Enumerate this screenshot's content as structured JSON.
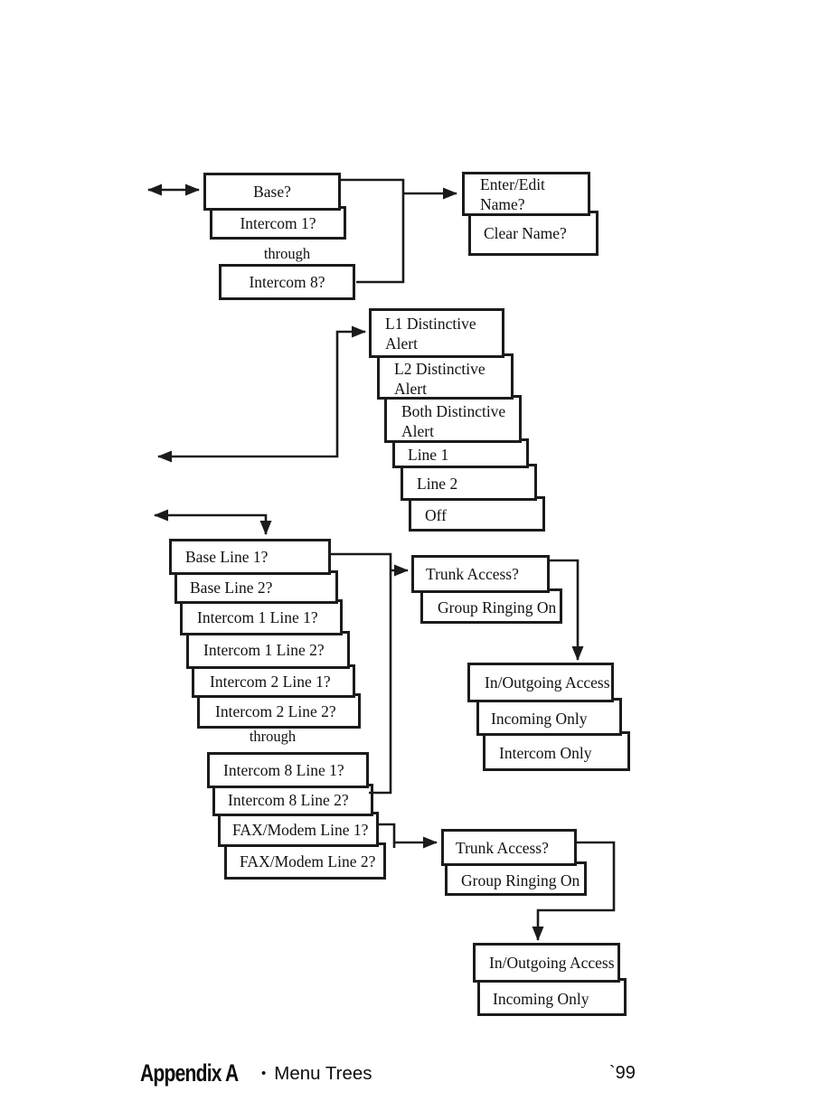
{
  "footer": {
    "appendix": "Appendix A",
    "bullet": "•",
    "section": "Menu Trees",
    "page_number": "`99"
  },
  "menu": {
    "extensions": {
      "base": "Base?",
      "intercom_1": "Intercom 1?",
      "through": "through",
      "intercom_8": "Intercom 8?"
    },
    "name_edit": {
      "enter_edit": [
        "Enter/Edit",
        "Name?"
      ],
      "clear_name": "Clear Name?"
    },
    "distinctive_alert": {
      "l1": [
        "L1 Distinctive",
        "Alert"
      ],
      "l2": [
        "L2 Distinctive",
        "Alert"
      ],
      "both": [
        "Both Distinctive",
        "Alert"
      ],
      "line_1": "Line 1",
      "line_2": "Line 2",
      "off": "Off"
    },
    "lines": {
      "base_line_1": "Base Line 1?",
      "base_line_2": "Base Line 2?",
      "intercom_1_line_1": "Intercom 1 Line 1?",
      "intercom_1_line_2": "Intercom 1 Line 2?",
      "intercom_2_line_1": "Intercom 2 Line 1?",
      "intercom_2_line_2": "Intercom 2 Line 2?",
      "through": "through",
      "intercom_8_line_1": "Intercom 8 Line 1?",
      "intercom_8_line_2": "Intercom 8 Line 2?",
      "fax_modem_line_1": "FAX/Modem Line 1?",
      "fax_modem_line_2": "FAX/Modem Line 2?"
    },
    "trunk_access_1": {
      "trunk_access": "Trunk Access?",
      "group_ringing_on": "Group Ringing On"
    },
    "access_modes_1": {
      "in_outgoing": "In/Outgoing Access",
      "incoming_only": "Incoming Only",
      "intercom_only": "Intercom Only"
    },
    "trunk_access_2": {
      "trunk_access": "Trunk Access?",
      "group_ringing_on": "Group Ringing On"
    },
    "access_modes_2": {
      "in_outgoing": "In/Outgoing Access",
      "incoming_only": "Incoming Only"
    }
  }
}
